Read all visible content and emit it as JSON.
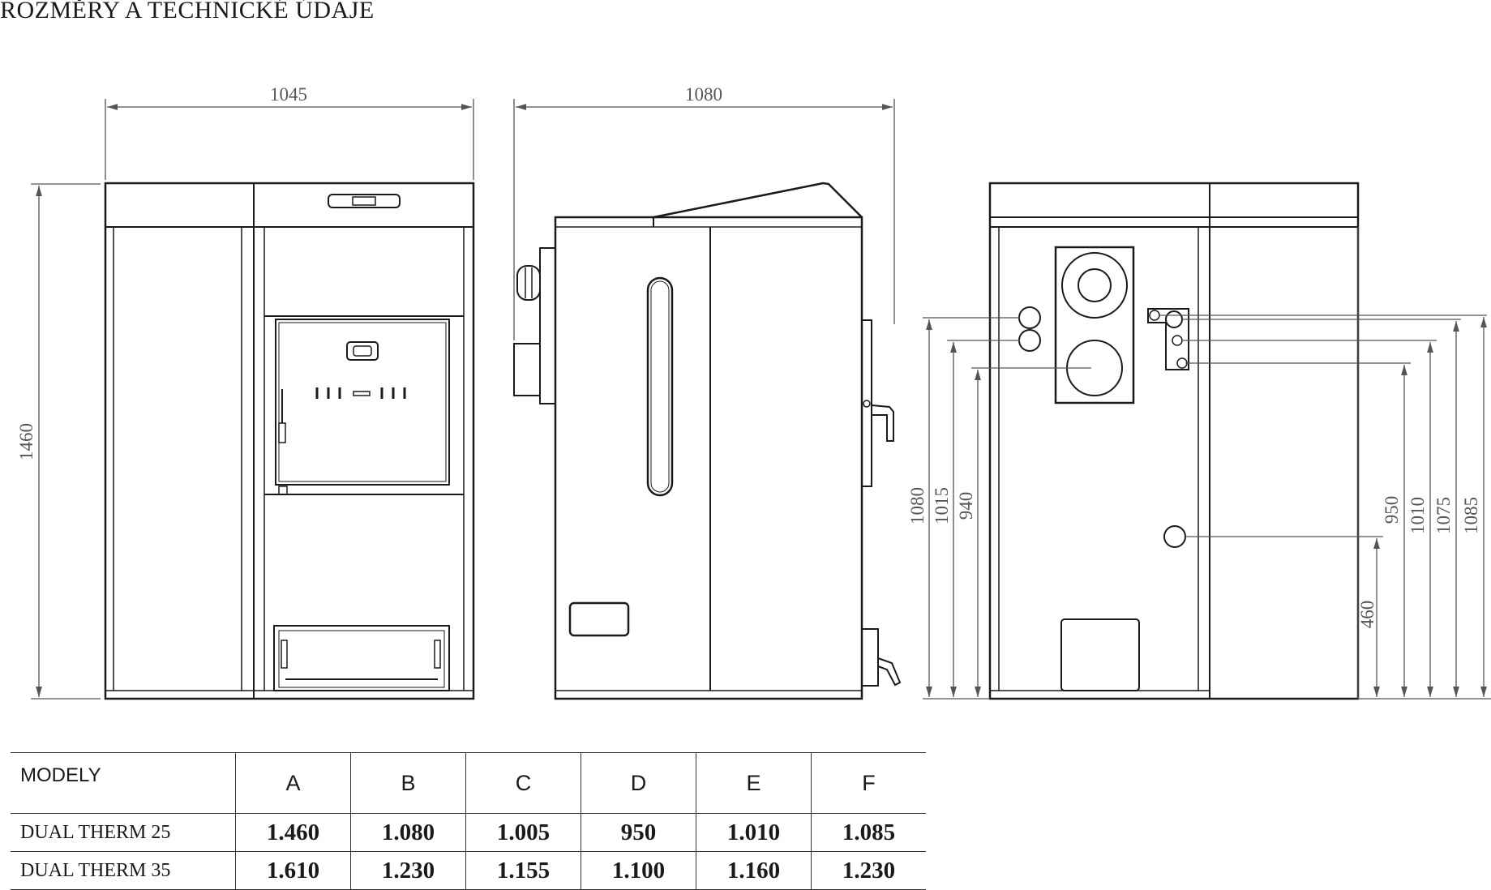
{
  "title": "ROZMĚRY A TECHNICKÉ ÚDAJE",
  "dimensions": {
    "front_width": "1045",
    "side_depth": "1080",
    "height": "1460",
    "rear_left": [
      "1080",
      "1015",
      "940"
    ],
    "rear_right": [
      "950",
      "1010",
      "1075",
      "1085"
    ],
    "rear_low": "460"
  },
  "table": {
    "header": [
      "MODELY",
      "A",
      "B",
      "C",
      "D",
      "E",
      "F"
    ],
    "rows": [
      [
        "DUAL THERM 25",
        "1.460",
        "1.080",
        "1.005",
        "950",
        "1.010",
        "1.085"
      ],
      [
        "DUAL THERM 35",
        "1.610",
        "1.230",
        "1.155",
        "1.100",
        "1.160",
        "1.230"
      ]
    ]
  }
}
